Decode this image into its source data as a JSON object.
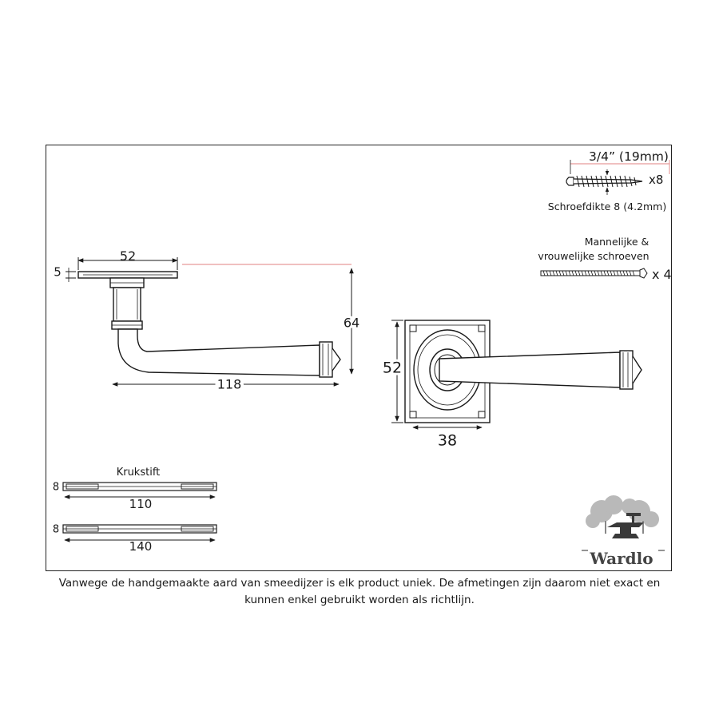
{
  "drawing": {
    "side_view": {
      "rose_width": "52",
      "rose_thickness": "5",
      "lever_height": "64",
      "lever_length": "118"
    },
    "front_view": {
      "rose_height": "52",
      "rose_width": "38"
    },
    "screws": {
      "wood_screw_length": "3/4” (19mm)",
      "wood_screw_qty": "x8",
      "wood_screw_gauge": "Schroefdikte 8 (4.2mm)",
      "bolt_label_line1": "Mannelijke &",
      "bolt_label_line2": "vrouwelijke schroeven",
      "bolt_qty": "x 4"
    },
    "spindles": {
      "title": "Krukstift",
      "spindle1_thickness": "8",
      "spindle1_length": "110",
      "spindle2_thickness": "8",
      "spindle2_length": "140"
    },
    "brand": "Wardlo"
  },
  "footnote": {
    "line1": "Vanwege de handgemaakte aard van smeedijzer is elk product uniek. De afmetingen zijn daarom niet exact en",
    "line2": "kunnen enkel gebruikt worden als richtlijn."
  },
  "colors": {
    "ink": "#1a1a1a",
    "guide_red": "#e08080"
  }
}
